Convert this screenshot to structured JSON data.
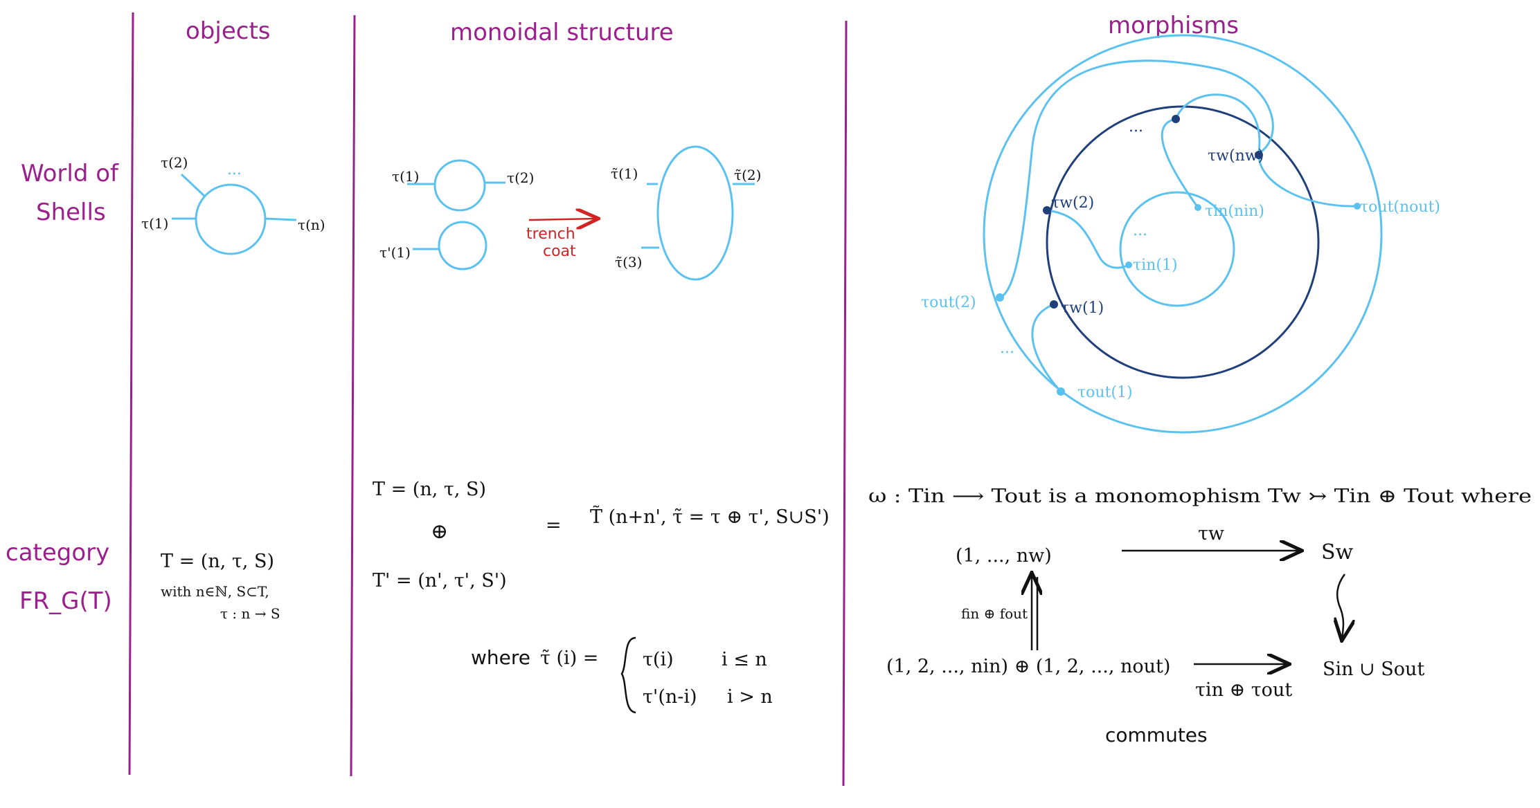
{
  "headers": {
    "objects": "objects",
    "monoidal": "monoidal structure",
    "morphisms": "morphisms"
  },
  "rows": {
    "world_line1": "World of",
    "world_line2": "Shells",
    "category_line1": "category",
    "category_line2": "FR_G(T)"
  },
  "objects_shell": {
    "t1": "τ(1)",
    "t2": "τ(2)",
    "tn": "τ(n)",
    "dots": "..."
  },
  "objects_category": {
    "line1": "T = (n, τ, S)",
    "line2": "with n∈ℕ, S⊂T,",
    "line3": "τ : n → S"
  },
  "monoidal_shell": {
    "t1": "τ(1)",
    "t2": "τ(2)",
    "tp1": "τ'(1)",
    "arrow_label1": "trench",
    "arrow_label2": "coat",
    "tt1": "τ̃(1)",
    "tt2": "τ̃(2)",
    "tt3": "τ̃(3)"
  },
  "monoidal_category": {
    "T": "T = (n, τ, S)",
    "oplus": "⊕",
    "Tp": "T' = (n', τ', S')",
    "eq": "=",
    "result": "T̃ (n+n', τ̃ = τ ⊕ τ', S∪S')",
    "where": "where",
    "tau_i": "τ̃ (i) =",
    "case1": "τ(i)",
    "cond1": "i ≤ n",
    "case2": "τ'(n-i)",
    "cond2": "i > n"
  },
  "morphisms_shell": {
    "tw_nw": "τw(nw)",
    "tw_2": "τw(2)",
    "tw_1": "τw(1)",
    "tin_nin": "τin(nin)",
    "tin_1": "τin(1)",
    "tout_nout": "τout(nout)",
    "tout_2": "τout(2)",
    "tout_1": "τout(1)",
    "dots": "..."
  },
  "morphisms_category": {
    "statement": "ω : Tin ⟶ Tout is a monomophism Tw ↣ Tin ⊕ Tout where",
    "tl": "(1, ..., nw)",
    "top_arrow": "τw",
    "tr": "Sw",
    "left_arrow": "fin ⊕ fout",
    "bl": "(1, 2, ..., nin) ⊕ (1, 2, ..., nout)",
    "bottom_arrow": "τin ⊕ τout",
    "br": "Sin ∪ Sout",
    "commutes": "commutes"
  },
  "colors": {
    "header": "#9b1f8c",
    "light_blue": "#5bc1ef",
    "dark_blue": "#1f3f7a",
    "red": "#d22424",
    "ink": "#111111"
  }
}
